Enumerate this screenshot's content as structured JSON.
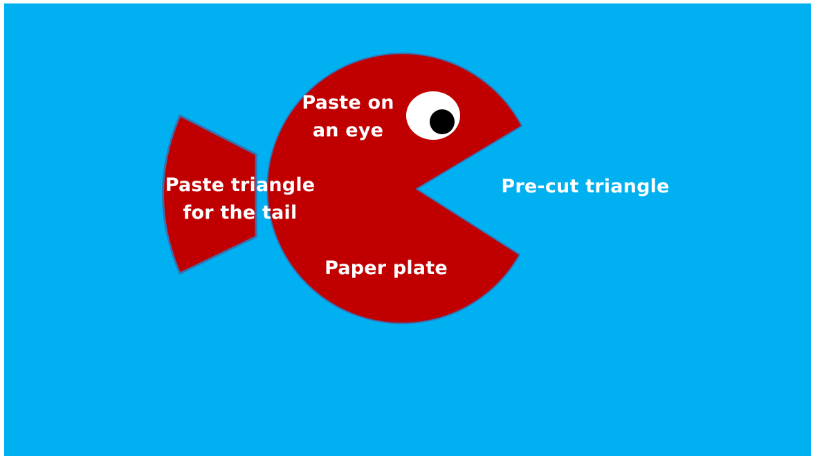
{
  "colors": {
    "background": "#00b0f0",
    "fish_body": "#c00000",
    "fish_edge": "#3a6fb0",
    "eye_white": "#ffffff",
    "pupil": "#000000",
    "label_text": "#ffffff"
  },
  "labels": {
    "eye": [
      "Paste on",
      "an eye"
    ],
    "tail": [
      "Paste triangle",
      "for the tail"
    ],
    "plate": "Paper plate",
    "cut": "Pre-cut triangle"
  }
}
